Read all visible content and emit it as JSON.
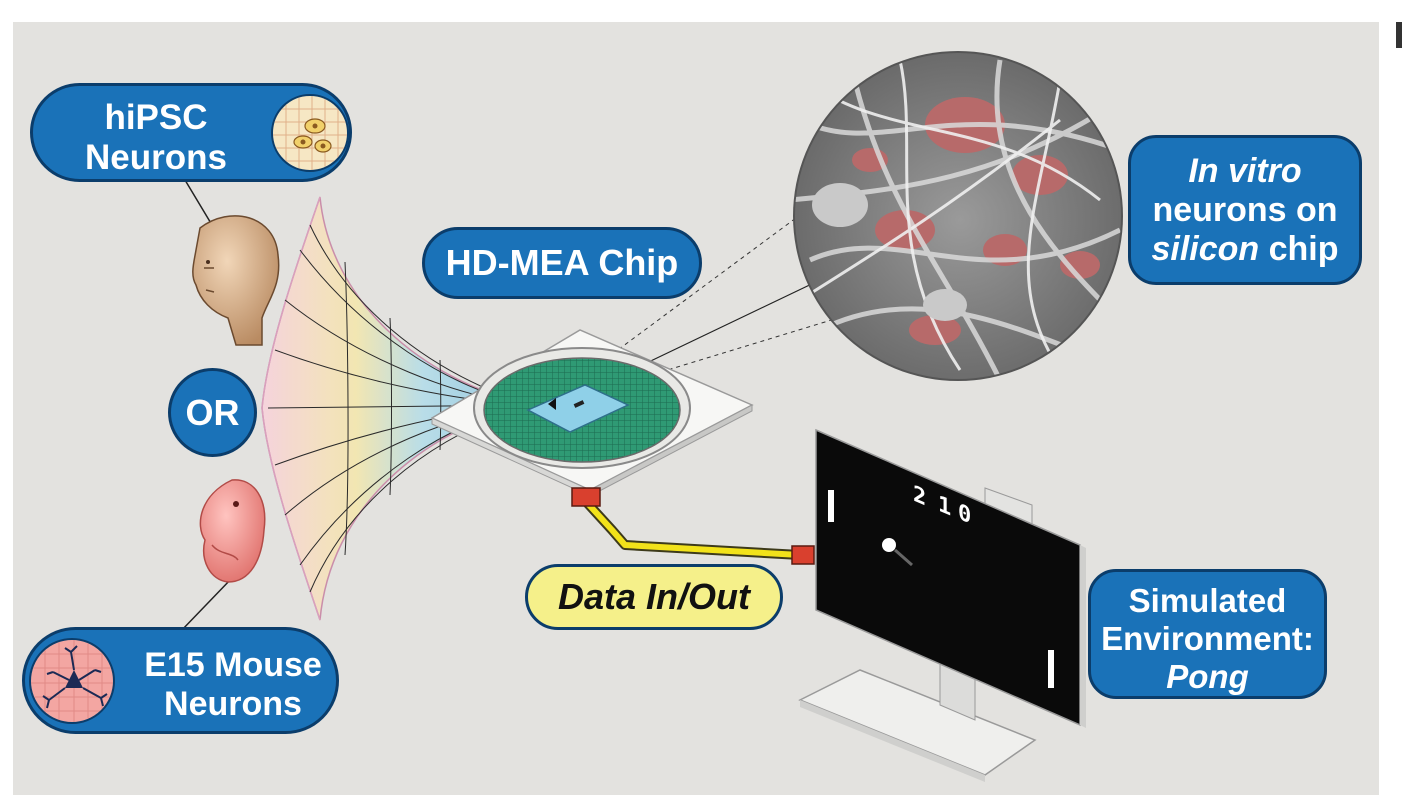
{
  "labels": {
    "hipsc_line1": "hiPSC",
    "hipsc_line2": "Neurons",
    "or": "OR",
    "e15_line1": "E15 Mouse",
    "e15_line2": "Neurons",
    "hdmea": "HD-MEA Chip",
    "invitro_line1": "In vitro",
    "invitro_line2": "neurons on",
    "invitro_line3_italic": "silicon",
    "invitro_line3_rest": " chip",
    "data_io": "Data In/Out",
    "sim_line1": "Simulated",
    "sim_line2": "Environment:",
    "sim_line3": "Pong"
  },
  "pong": {
    "score_left": "2",
    "score_mid": "1",
    "score_right": "0"
  },
  "colors": {
    "pill_blue": "#1a72b8",
    "pill_border": "#0b3d6b",
    "data_pill": "#f5f08a",
    "background": "#e3e2df",
    "chip_green": "#2f9a74",
    "cable": "#f2e21a"
  },
  "icons": [
    "human-head-icon",
    "mouse-embryo-icon",
    "cell-culture-icon",
    "neuron-icon",
    "funnel-mesh-icon",
    "mea-chip-icon",
    "sem-micrograph-icon",
    "monitor-icon"
  ]
}
